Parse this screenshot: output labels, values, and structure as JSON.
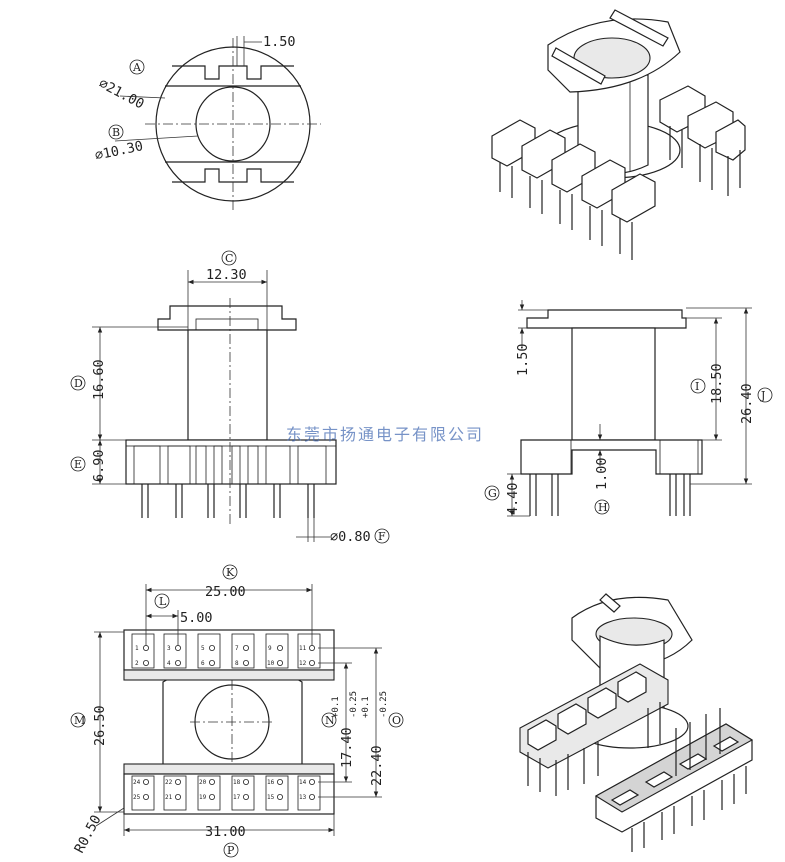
{
  "watermark": "东莞市扬通电子有限公司",
  "top_view": {
    "slot_dim": "1.50",
    "outer_label": "A",
    "outer_dim": "⌀21.00",
    "inner_label": "B",
    "inner_dim": "⌀10.30"
  },
  "front_view": {
    "width_label": "C",
    "width_dim": "12.30",
    "height_label": "D",
    "height_dim": "16.60",
    "base_label": "E",
    "base_dim": "6.90",
    "pin_label": "F",
    "pin_dim": "⌀0.80"
  },
  "side_view": {
    "flange_dim": "1.50",
    "inner_label": "I",
    "inner_dim": "18.50",
    "total_label": "J",
    "total_dim": "26.40",
    "pin_len_label": "G",
    "pin_len_dim": "4.40",
    "step_label": "H",
    "step_dim": "1.00"
  },
  "bottom_view": {
    "span_label": "K",
    "span_dim": "25.00",
    "pitch_label": "L",
    "pitch_dim": "5.00",
    "height_label": "M",
    "height_dim": "26.50",
    "row_label": "N",
    "row_dim": "17.40",
    "row_tol_plus": "+0.1",
    "row_tol_minus": "-0.25",
    "outer_row_label": "O",
    "outer_row_dim": "22.40",
    "outer_tol_plus": "+0.1",
    "outer_tol_minus": "-0.25",
    "width_label": "P",
    "width_dim": "31.00",
    "radius_dim": "R0.50",
    "top_pins": [
      "1",
      "2",
      "3",
      "4",
      "5",
      "6",
      "7",
      "8",
      "9",
      "10",
      "11",
      "12"
    ],
    "bottom_pins": [
      "24",
      "25",
      "22",
      "21",
      "20",
      "19",
      "18",
      "17",
      "16",
      "15",
      "14",
      "13"
    ]
  }
}
